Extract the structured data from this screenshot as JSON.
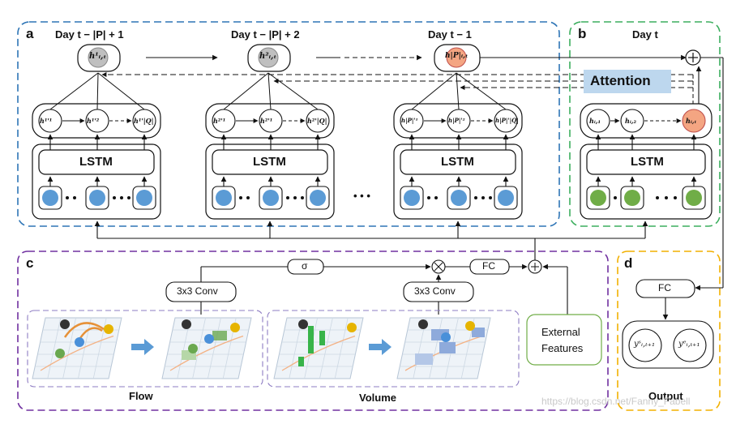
{
  "panels": {
    "a": "a",
    "b": "b",
    "c": "c",
    "d": "d"
  },
  "days": {
    "d1": "Day t − |P| + 1",
    "d2": "Day t − |P| + 2",
    "d3": "Day t − 1",
    "dt": "Day t"
  },
  "lstm_label": "LSTM",
  "attention_label": "Attention",
  "top_nodes": [
    "h¹ᵢ,ₜ",
    "h²ᵢ,ₜ",
    "h|P|ᵢ,ₜ"
  ],
  "sub_nodes": {
    "g1": [
      "h¹'¹",
      "h¹'²",
      "h¹'|Q|"
    ],
    "g2": [
      "h²'¹",
      "h²'¹",
      "h²'|Q|"
    ],
    "g3": [
      "h|P|'¹",
      "h|P|'²",
      "h|P|'|Q|"
    ],
    "g4": [
      "hᵢ,₁",
      "hᵢ,₂",
      "hᵢ,ₜ"
    ]
  },
  "ellipsis": "• • •",
  "panel_c": {
    "sigma": "σ",
    "fc": "FC",
    "conv1": "3x3 Conv",
    "conv2": "3x3 Conv",
    "external": [
      "External",
      "Features"
    ],
    "flow": "Flow",
    "volume": "Volume"
  },
  "panel_d": {
    "fc": "FC",
    "out1": "yˢᵢ,ₜ₊₁",
    "out2": "yᵉᵢ,ₜ₊₁",
    "output": "Output"
  },
  "watermark": "https://blog.csdn.net/Fanny_Fabell",
  "colors": {
    "panel_a": "#2e75b6",
    "panel_b": "#3cae5e",
    "panel_c": "#7030a0",
    "panel_d": "#f2b000",
    "blue_circle": "#5b9bd5",
    "green_circle": "#70ad47",
    "top_node": "#bfbfbf",
    "highlight": "#f4a582",
    "attention_bg": "#bdd7ee"
  }
}
